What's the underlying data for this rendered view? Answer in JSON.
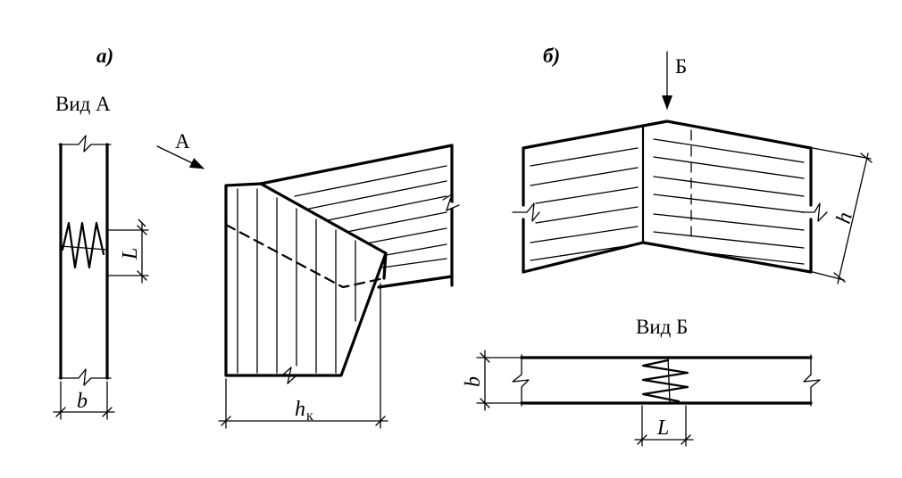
{
  "labels": {
    "panel_a": "а)",
    "panel_b": "б)",
    "view_a": "Вид А",
    "view_b": "Вид Б",
    "arrow_a": "А",
    "arrow_b": "Б",
    "dim_L": "L",
    "dim_b": "b",
    "dim_h": "h",
    "dim_hk_main": "h",
    "dim_hk_sub": "к"
  }
}
